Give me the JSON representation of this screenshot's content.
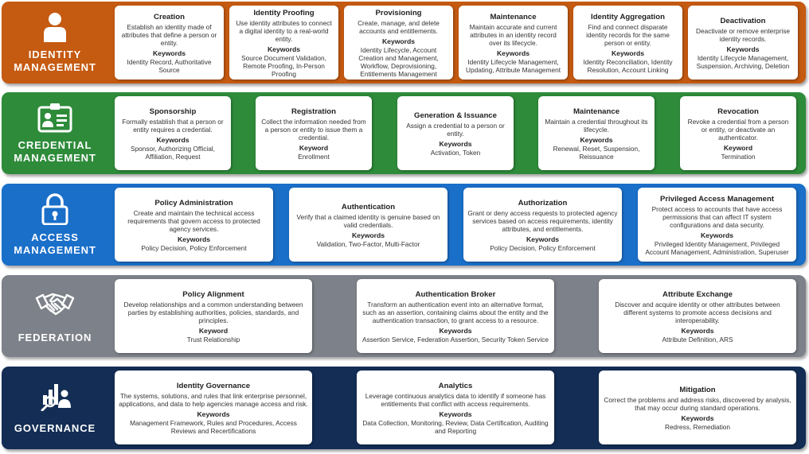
{
  "colors": {
    "identity": "#c55a11",
    "credential": "#2e8b3a",
    "access": "#1a6fc9",
    "federation": "#7d8189",
    "governance": "#132d55"
  },
  "bands": [
    {
      "id": "identity",
      "title": "IDENTITY\nMANAGEMENT",
      "icon": "person-icon",
      "cards": [
        {
          "title": "Creation",
          "desc": "Establish an identity made of attributes that define a person or entity.",
          "kw_label": "Keywords",
          "kw": "Identity Record, Authoritative Source"
        },
        {
          "title": "Identity Proofing",
          "desc": "Use identity attributes to connect a digital identity to a real-world entity.",
          "kw_label": "Keywords",
          "kw": "Source Document Validation, Remote Proofing, In-Person Proofing"
        },
        {
          "title": "Provisioning",
          "desc": "Create, manage, and delete accounts and entitlements.",
          "kw_label": "Keywords",
          "kw": "Identity Lifecycle, Account Creation and Management, Workflow, Deprovisioning, Entitlements Management"
        },
        {
          "title": "Maintenance",
          "desc": "Maintain accurate and current attributes in an identity record over its lifecycle.",
          "kw_label": "Keywords",
          "kw": "Identity Lifecycle Management, Updating, Attribute Management"
        },
        {
          "title": "Identity Aggregation",
          "desc": "Find and connect disparate identity records for the same person or entity.",
          "kw_label": "Keywords",
          "kw": "Identity Reconciliation, Identity Resolution, Account Linking"
        },
        {
          "title": "Deactivation",
          "desc": "Deactivate or remove enterprise identity records.",
          "kw_label": "Keywords",
          "kw": "Identity Lifecycle Management, Suspension, Archiving, Deletion"
        }
      ]
    },
    {
      "id": "credential",
      "title": "CREDENTIAL\nMANAGEMENT",
      "icon": "id-badge-icon",
      "cards": [
        {
          "title": "Sponsorship",
          "desc": "Formally establish that a person or entity requires a credential.",
          "kw_label": "Keywords",
          "kw": "Sponsor, Authorizing Official, Affiliation, Request"
        },
        {
          "title": "Registration",
          "desc": "Collect the information needed from a person or entity to issue them a credential.",
          "kw_label": "Keyword",
          "kw": "Enrollment"
        },
        {
          "title": "Generation & Issuance",
          "desc": "Assign a credential to a person or entity.",
          "kw_label": "Keywords",
          "kw": "Activation, Token"
        },
        {
          "title": "Maintenance",
          "desc": "Maintain a credential throughout its lifecycle.",
          "kw_label": "Keywords",
          "kw": "Renewal, Reset, Suspension, Reissuance"
        },
        {
          "title": "Revocation",
          "desc": "Revoke a credential from a person or entity, or deactivate an authenticator.",
          "kw_label": "Keyword",
          "kw": "Termination"
        }
      ]
    },
    {
      "id": "access",
      "title": "ACCESS\nMANAGEMENT",
      "icon": "padlock-icon",
      "cards": [
        {
          "title": "Policy Administration",
          "desc": "Create and maintain the technical access requirements that govern access to protected agency services.",
          "kw_label": "Keywords",
          "kw": "Policy Decision, Policy Enforcement"
        },
        {
          "title": "Authentication",
          "desc": "Verify that a claimed identity is genuine based on valid credentials.",
          "kw_label": "Keywords",
          "kw": "Validation, Two-Factor, Multi-Factor"
        },
        {
          "title": "Authorization",
          "desc": "Grant or deny access requests to protected agency services based on access requirements, identity attributes, and entitlements.",
          "kw_label": "Keywords",
          "kw": "Policy Decision, Policy Enforcement"
        },
        {
          "title": "Privileged Access Management",
          "desc": "Protect access to accounts that have access permissions that can affect IT system configurations and data security.",
          "kw_label": "Keywords",
          "kw": "Privileged Identity Management, Privileged Account Management, Administration, Superuser"
        }
      ]
    },
    {
      "id": "federation",
      "title": "FEDERATION",
      "icon": "handshake-icon",
      "cards": [
        {
          "title": "Policy Alignment",
          "desc": "Develop relationships and a common understanding between parties by establishing authorities, policies, standards, and principles.",
          "kw_label": "Keyword",
          "kw": "Trust Relationship"
        },
        {
          "title": "Authentication Broker",
          "desc": "Transform an authentication event into an alternative format, such as an assertion, containing claims about the entity and the authentication transaction, to grant access to a resource.",
          "kw_label": "Keywords",
          "kw": "Assertion Service, Federation Assertion, Security Token Service"
        },
        {
          "title": "Attribute Exchange",
          "desc": "Discover and acquire identity or other attributes between different systems to promote access decisions and interoperability.",
          "kw_label": "Keywords",
          "kw": "Attribute Definition, ARS"
        }
      ]
    },
    {
      "id": "governance",
      "title": "GOVERNANCE",
      "icon": "analytics-person-icon",
      "cards": [
        {
          "title": "Identity Governance",
          "desc": "The systems, solutions, and rules that link enterprise personnel, applications, and data to help agencies manage access and risk.",
          "kw_label": "Keywords",
          "kw": "Management Framework, Rules and Procedures, Access Reviews and Recertifications"
        },
        {
          "title": "Analytics",
          "desc": "Leverage continuous analytics data to identify if someone has entitlements that conflict with access requirements.",
          "kw_label": "Keywords",
          "kw": "Data Collection, Monitoring, Review, Data Certification, Auditing and Reporting"
        },
        {
          "title": "Mitigation",
          "desc": "Correct the problems and address risks, discovered by analysis, that may occur during standard operations.",
          "kw_label": "Keywords",
          "kw": "Redress, Remediation"
        }
      ]
    }
  ]
}
